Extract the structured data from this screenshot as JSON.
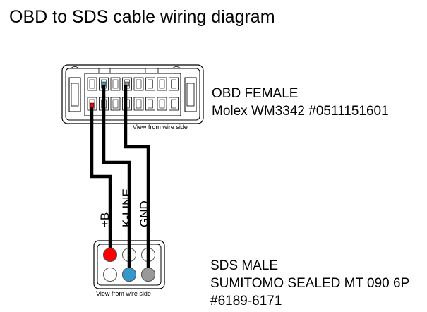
{
  "title": "OBD to SDS cable wiring diagram",
  "obd": {
    "name": "OBD  FEMALE",
    "part": "Molex WM3342 #0511151601",
    "view_note": "View from wire side"
  },
  "sds": {
    "name": "SDS  MALE",
    "part": "SUMITOMO SEALED MT 090 6P",
    "number": "#6189-6171",
    "view_note": "View from wire side"
  },
  "wires": [
    {
      "label": "+B",
      "color": "#ff0000"
    },
    {
      "label": "K-LINE",
      "color": "#3399cc"
    },
    {
      "label": "GND",
      "color": "#999999"
    }
  ],
  "colors": {
    "wire": "#000000",
    "plus_b": "#ff0000",
    "k_line": "#3399cc",
    "gnd": "#999999"
  }
}
